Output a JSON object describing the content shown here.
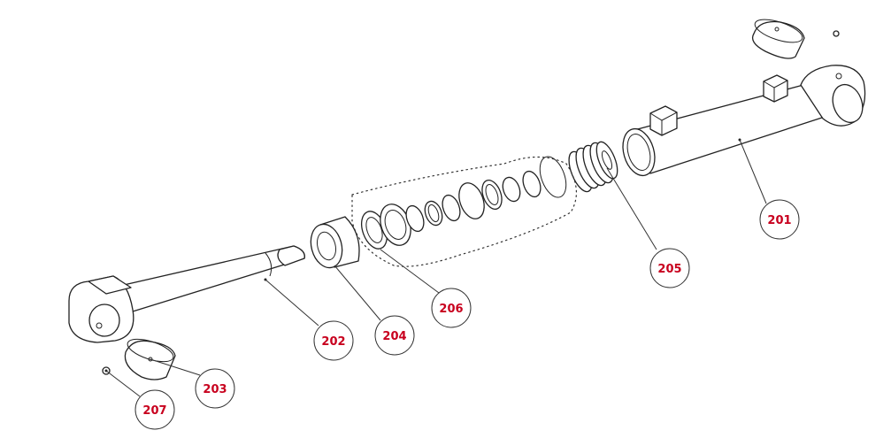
{
  "diagram": {
    "accent_color": "#c8001e",
    "callouts": [
      {
        "id": "201",
        "label": "201"
      },
      {
        "id": "202",
        "label": "202"
      },
      {
        "id": "203",
        "label": "203"
      },
      {
        "id": "204",
        "label": "204"
      },
      {
        "id": "205",
        "label": "205"
      },
      {
        "id": "206",
        "label": "206"
      },
      {
        "id": "207",
        "label": "207"
      }
    ]
  }
}
